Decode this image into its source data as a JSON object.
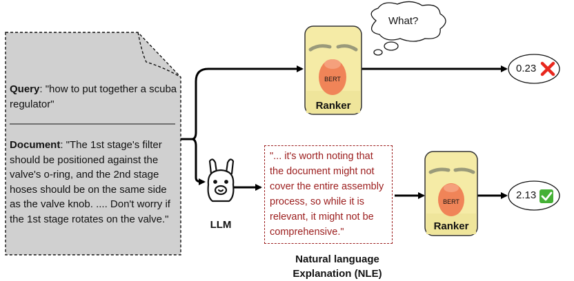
{
  "query": {
    "label": "Query",
    "text": ": \"how to put together a scuba regulator\""
  },
  "document": {
    "label": "Document",
    "text": ": \"The 1st stage's filter should be positioned against the valve's o-ring, and the 2nd stage hoses should be on the same side as the valve knob. .... Don't worry if the 1st stage rotates on the valve.\""
  },
  "top_ranker": {
    "badge": "BERT",
    "label": "Ranker",
    "thought": "What?",
    "score": "0.23",
    "mark": "cross-mark-icon",
    "mark_color": "#e8271d"
  },
  "llm": {
    "label": "LLM",
    "icon": "llama-icon"
  },
  "nle": {
    "text": "\"... it's worth noting that the document might not cover the entire assembly process, so while it is relevant, it might not be comprehensive.\"",
    "caption_line1": "Natural language",
    "caption_line2": "Explanation (NLE)",
    "color": "#9b1c1c"
  },
  "bottom_ranker": {
    "badge": "BERT",
    "label": "Ranker",
    "score": "2.13",
    "mark": "check-mark-icon",
    "mark_color": "#44b035"
  },
  "colors": {
    "document_fill": "#d0d0d0",
    "ranker_fill": "#f5eba6",
    "ranker_face": "#f2c36b",
    "nose": "#f08458"
  }
}
